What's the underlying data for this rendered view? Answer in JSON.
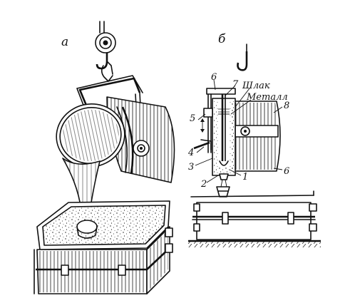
{
  "panels": {
    "a": {
      "label": "а"
    },
    "b": {
      "label": "б"
    }
  },
  "labels": {
    "slag": "Шлак",
    "metal": "Металл",
    "n1": "1",
    "n2": "2",
    "n3": "3",
    "n4": "4",
    "n5": "5",
    "n6_top": "6",
    "n6_bottom": "6",
    "n7": "7",
    "n8": "8"
  }
}
